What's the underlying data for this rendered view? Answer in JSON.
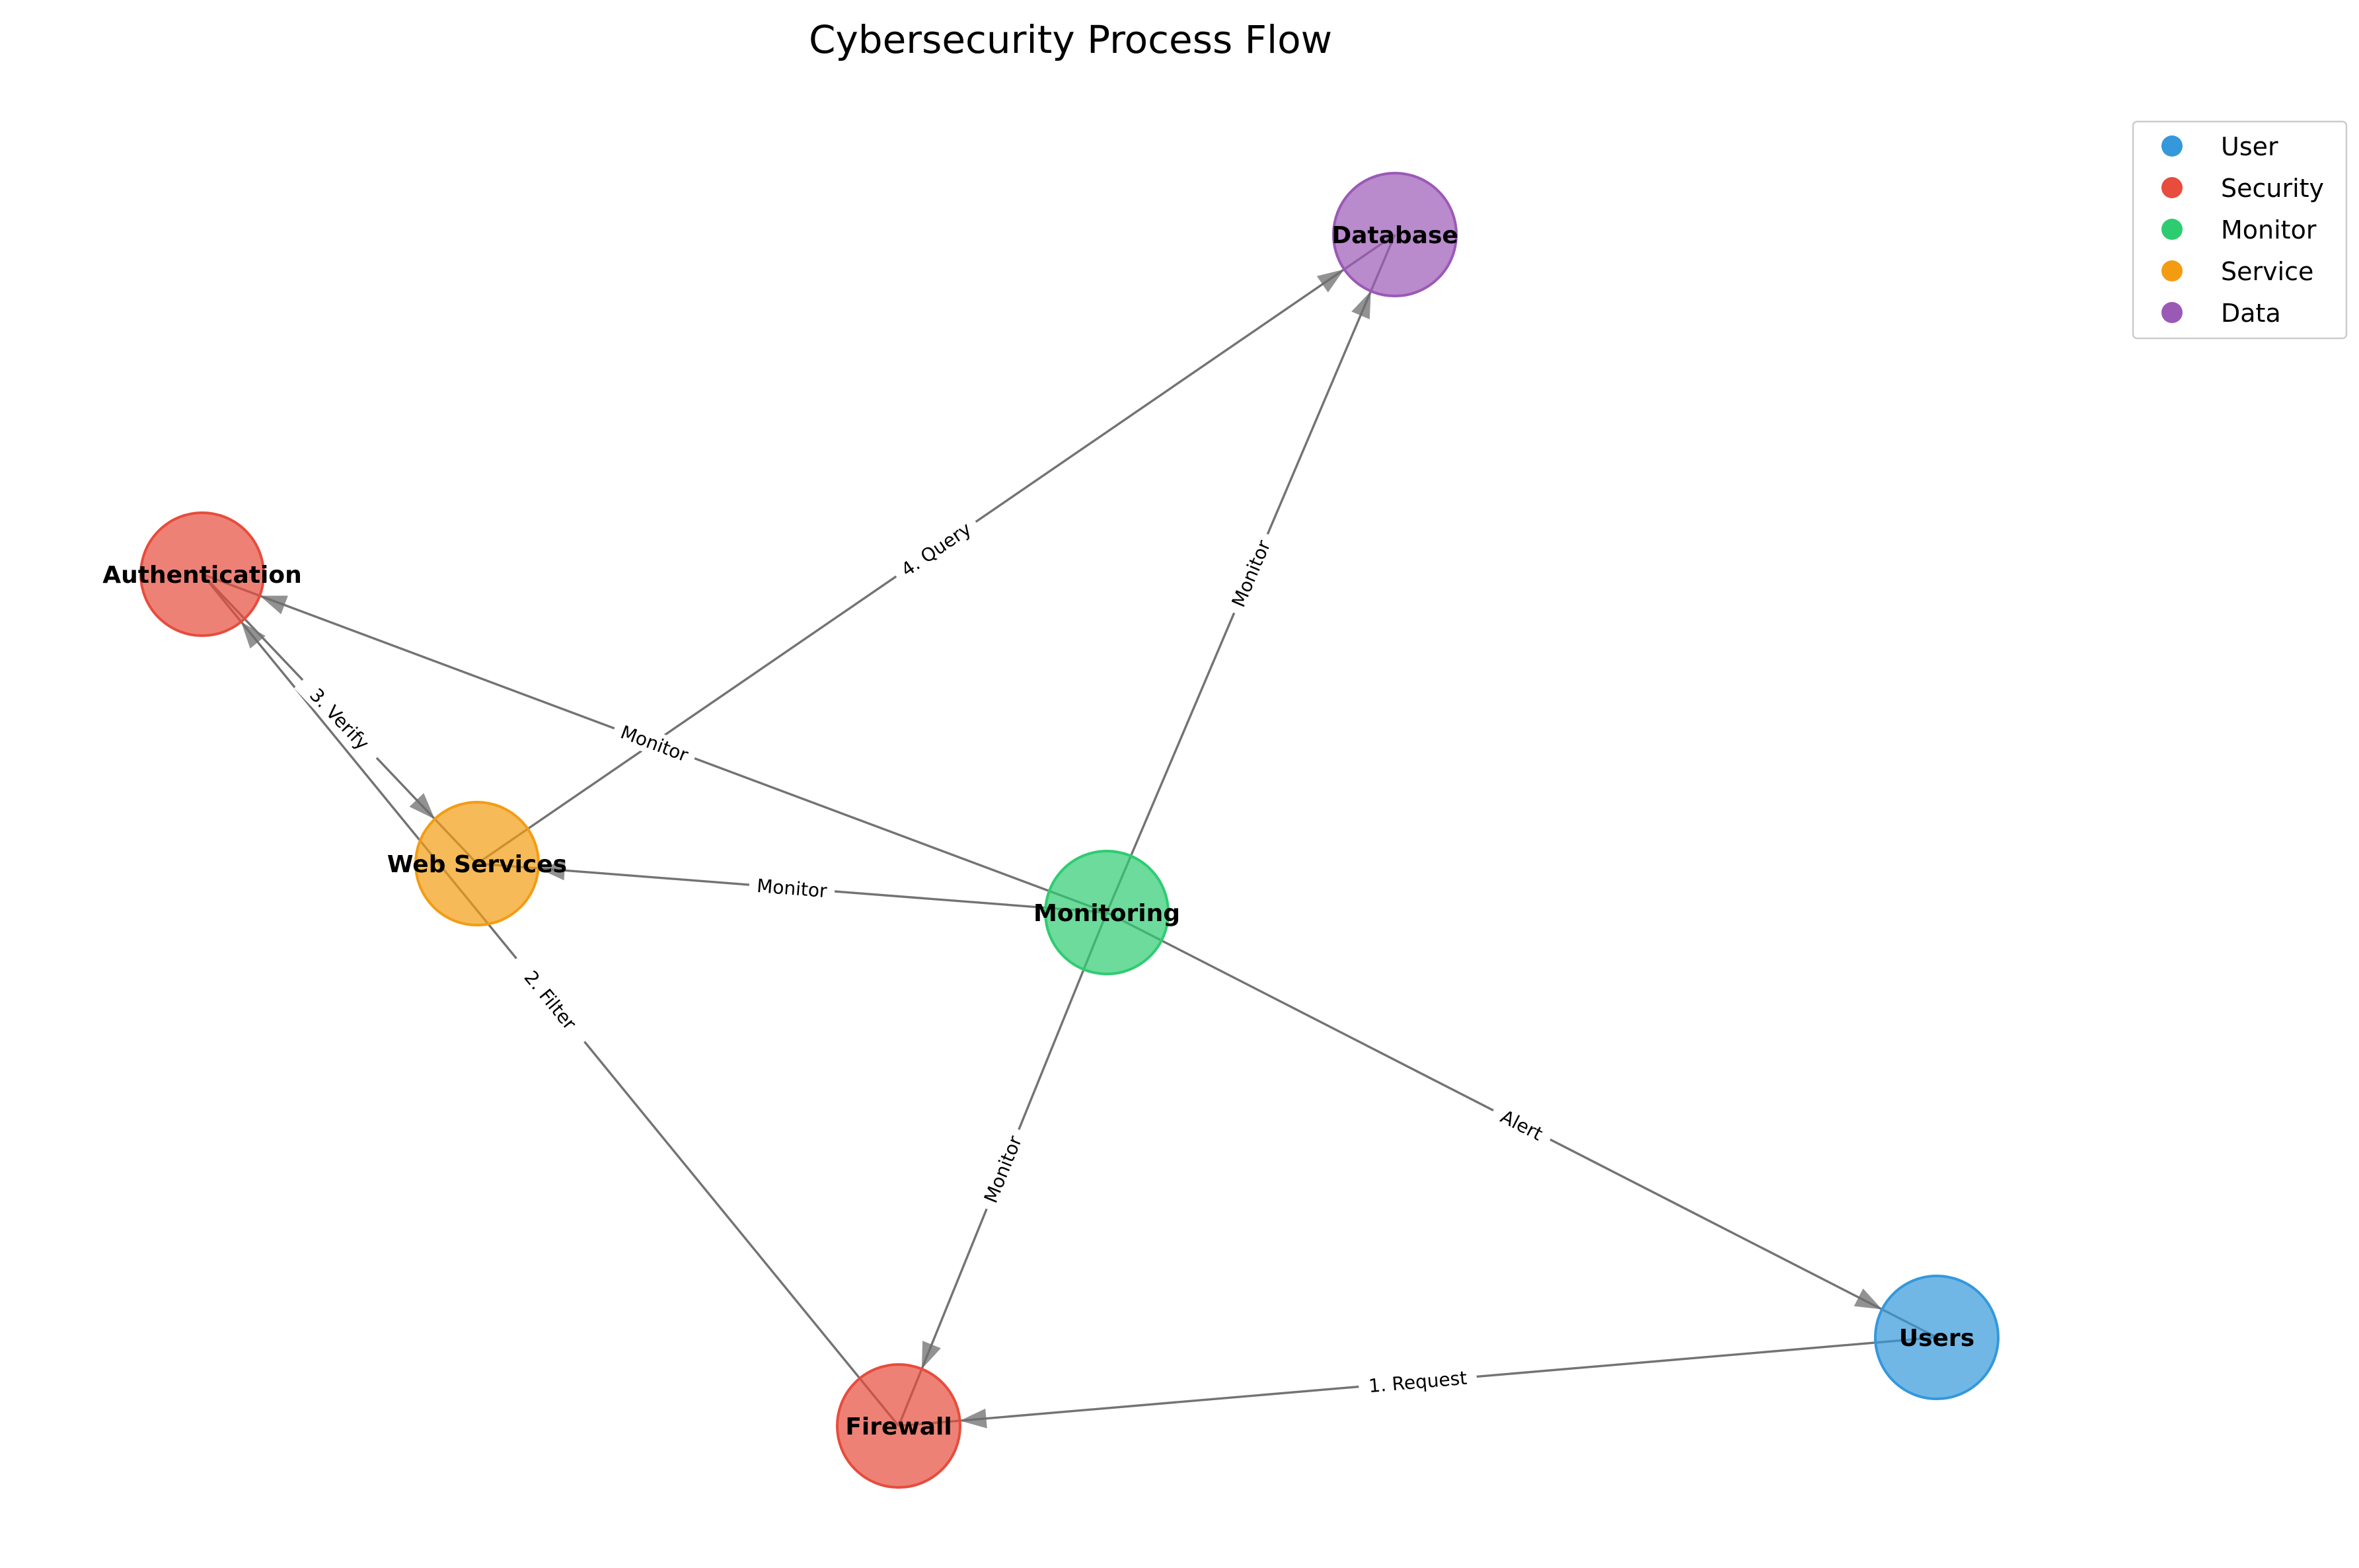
{
  "title": "Cybersecurity Process Flow",
  "colors": {
    "User": "#3498db",
    "Security": "#e74c3c",
    "Monitor": "#2ecc71",
    "Service": "#f39c12",
    "Data": "#9b59b6"
  },
  "legend": [
    {
      "label": "User",
      "type": "User"
    },
    {
      "label": "Security",
      "type": "Security"
    },
    {
      "label": "Monitor",
      "type": "Monitor"
    },
    {
      "label": "Service",
      "type": "Service"
    },
    {
      "label": "Data",
      "type": "Data"
    }
  ],
  "nodes": [
    {
      "id": "users",
      "label": "Users",
      "type": "User"
    },
    {
      "id": "firewall",
      "label": "Firewall",
      "type": "Security"
    },
    {
      "id": "authentication",
      "label": "Authentication",
      "type": "Security"
    },
    {
      "id": "webservices",
      "label": "Web Services",
      "type": "Service"
    },
    {
      "id": "database",
      "label": "Database",
      "type": "Data"
    },
    {
      "id": "monitoring",
      "label": "Monitoring",
      "type": "Monitor"
    }
  ],
  "edges": [
    {
      "from": "users",
      "to": "firewall",
      "label": "1. Request"
    },
    {
      "from": "firewall",
      "to": "authentication",
      "label": "2. Filter"
    },
    {
      "from": "authentication",
      "to": "webservices",
      "label": "3. Verify"
    },
    {
      "from": "webservices",
      "to": "database",
      "label": "4. Query"
    },
    {
      "from": "monitoring",
      "to": "firewall",
      "label": "Monitor"
    },
    {
      "from": "monitoring",
      "to": "authentication",
      "label": "Monitor"
    },
    {
      "from": "monitoring",
      "to": "webservices",
      "label": "Monitor"
    },
    {
      "from": "monitoring",
      "to": "database",
      "label": "Monitor"
    },
    {
      "from": "monitoring",
      "to": "users",
      "label": "Alert"
    }
  ]
}
